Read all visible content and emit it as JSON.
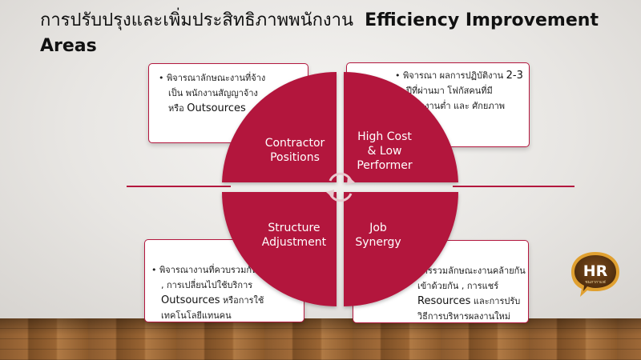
{
  "title": {
    "thai": "การปรับปรุงและเพิ่มประสิทธิภาพพนักงาน",
    "english_line1": "Efficiency Improvement",
    "english_line2": "Areas"
  },
  "quadrants": {
    "top_left": [
      "Contractor",
      "Positions"
    ],
    "top_right": [
      "High Cost",
      "& Low",
      "Performer"
    ],
    "bottom_left": [
      "Structure",
      "Adjustment"
    ],
    "bottom_right": [
      "Job",
      "Synergy"
    ]
  },
  "cards": {
    "top_left": {
      "line1": "พิจารณาลักษณะงานที่จ้าง",
      "line2": "เป็น พนักงานสัญญาจ้าง",
      "line3_prefix": "หรือ ",
      "line3_big": "Outsources"
    },
    "top_right": {
      "line1_prefix": "พิจารณา ผลการปฏิบัติงาน ",
      "line1_big": "2-3",
      "line2": "ปีที่ผ่านมา โฟกัสคนที่มี",
      "line3": "ผ  ผลงานต่ำ และ ศักยภาพ"
    },
    "bottom_left": {
      "line1": "พิจารณางานที่ควบรวมกันได้",
      "line2": ", การเปลี่ยนไปใช้บริการ",
      "line3_big": "Outsources",
      "line3_suffix": " หรือการใช้",
      "line4": "เทคโนโลยีแทนคน"
    },
    "bottom_right": {
      "line1": "การรวมลักษณะงานคล้ายกัน",
      "line2": "เข้าด้วยกัน ,  การแชร์",
      "line3_big": "Resources",
      "line3_suffix": " และการปรับ",
      "line4": "วิธีการบริหารผลงานใหม่"
    }
  },
  "bullet": "•",
  "badge": {
    "text": "HR",
    "subtext": "ชมภากาแฟ"
  },
  "colors": {
    "accent": "#b3173e",
    "quadrant": "#b3173e",
    "badge_brown": "#5b3512",
    "badge_gold": "#e0a030"
  },
  "icons": {
    "center": "refresh-arrows-icon"
  }
}
